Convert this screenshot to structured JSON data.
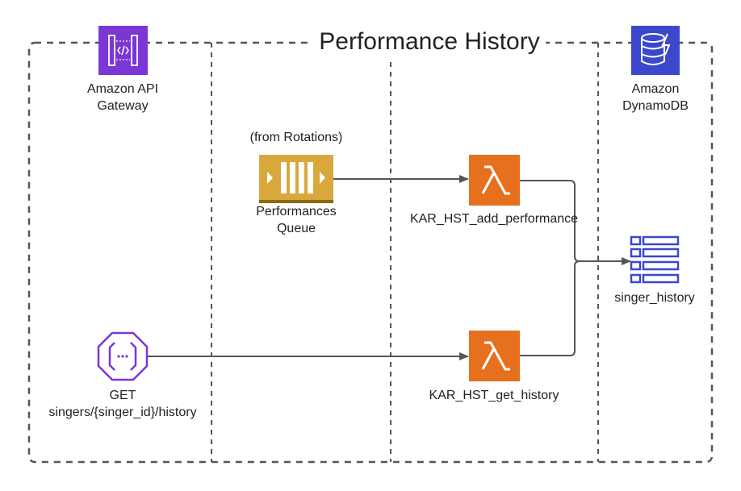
{
  "title": "Performance History",
  "services": {
    "api_gateway": "Amazon API\nGateway",
    "dynamodb": "Amazon\nDynamoDB"
  },
  "nodes": {
    "queue_note": "(from Rotations)",
    "queue": "Performances\nQueue",
    "add_lambda": "KAR_HST_add_performance",
    "get_lambda": "KAR_HST_get_history",
    "endpoint": "GET\nsingers/{singer_id}/history",
    "table": "singer_history"
  },
  "colors": {
    "api_gateway": "#7b36d6",
    "dynamodb": "#3b48cc",
    "lambda": "#e7701f",
    "sqs": "#d9a83c",
    "line": "#555555"
  }
}
